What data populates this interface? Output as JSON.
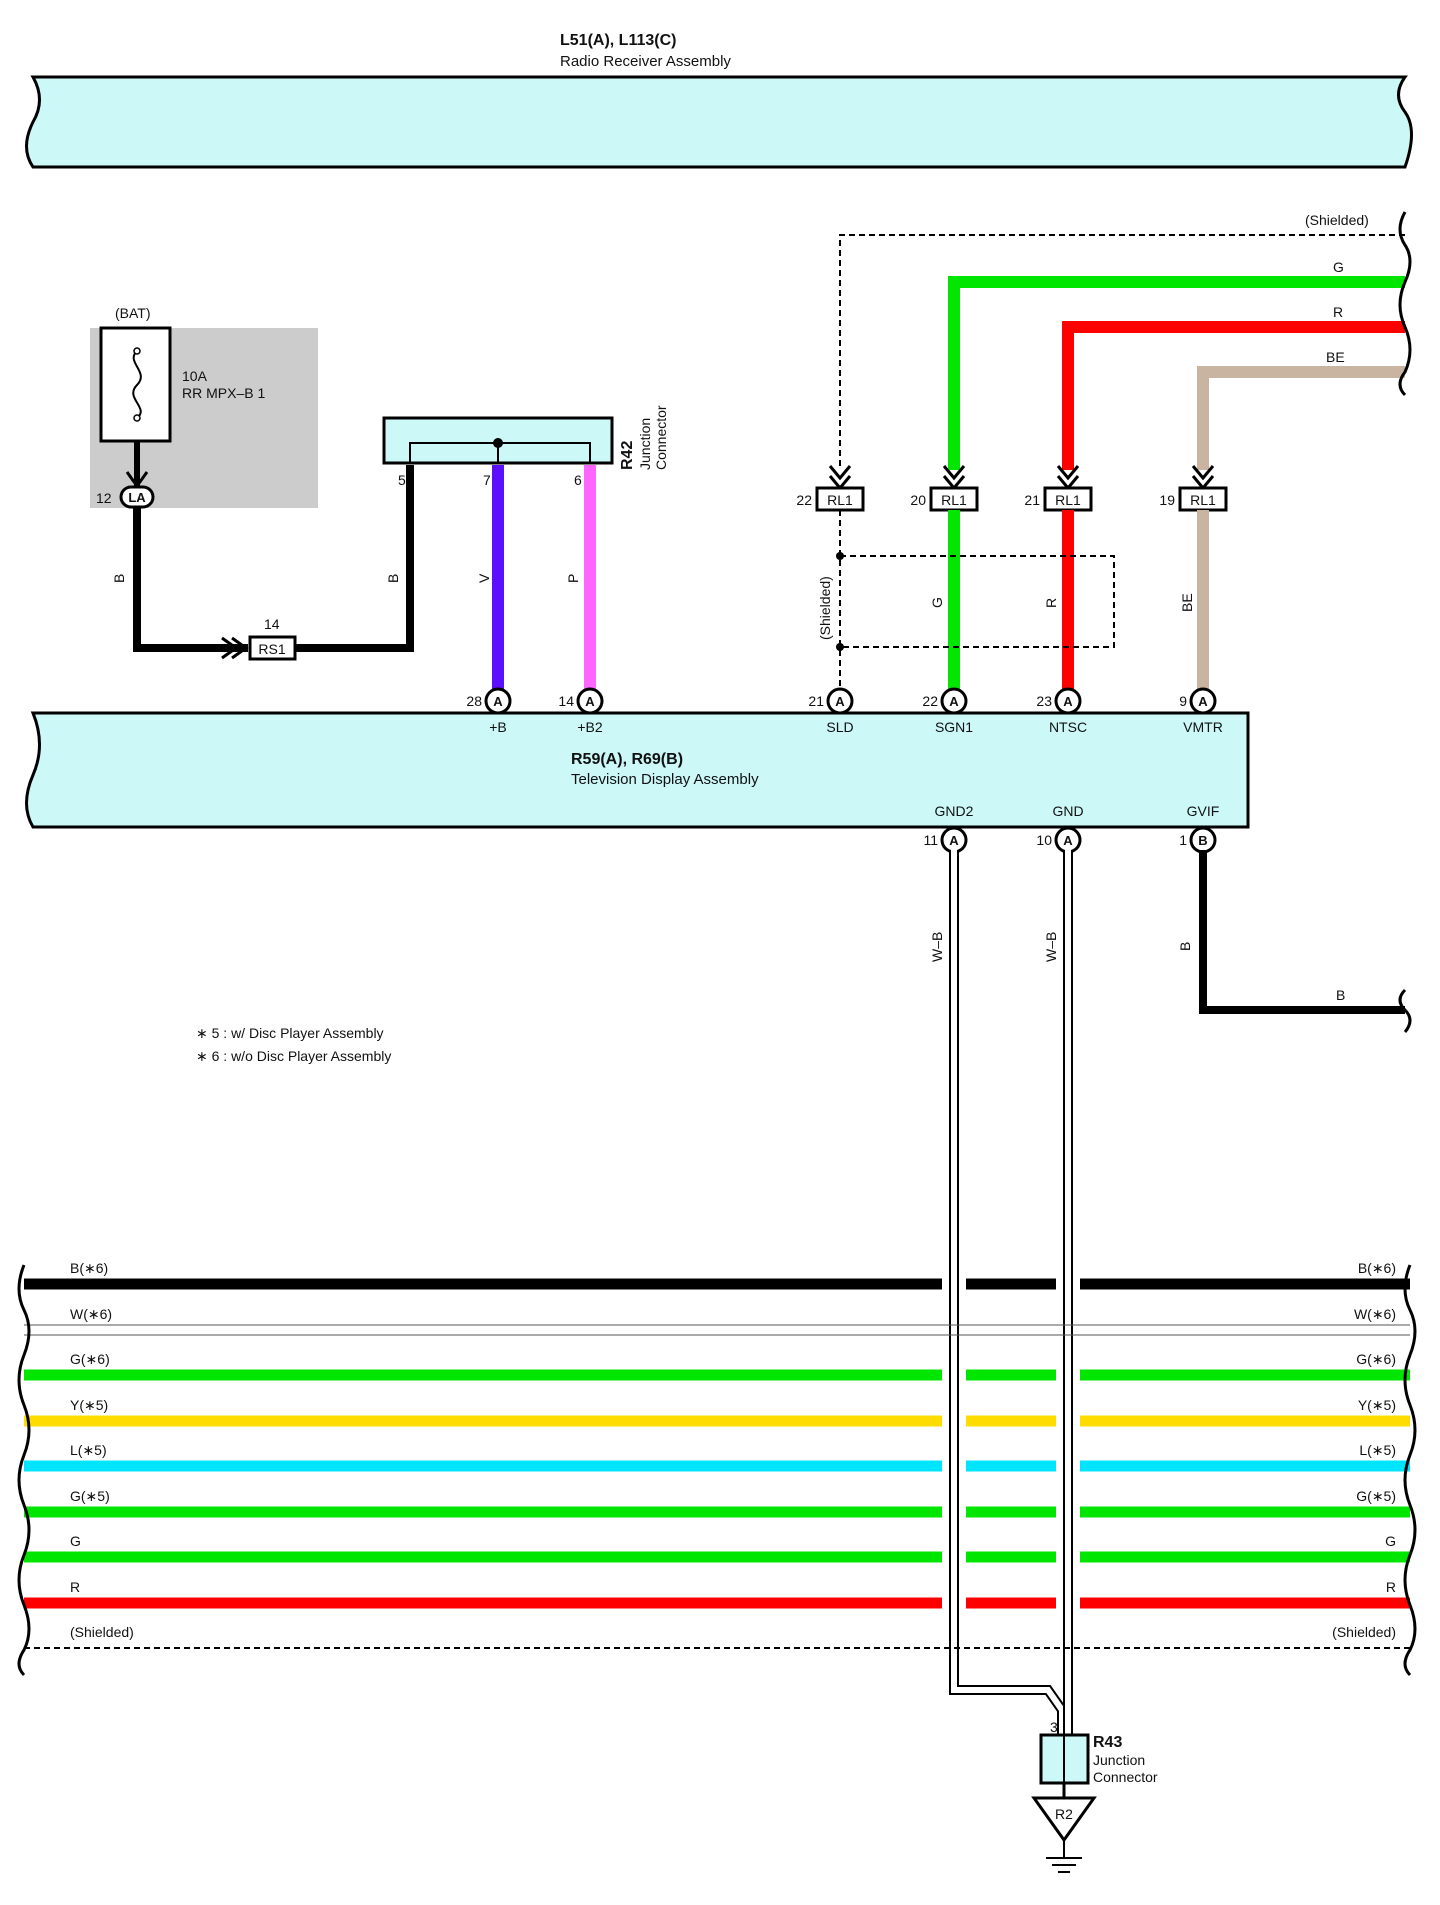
{
  "colors": {
    "assembly_fill": "#ccf8f8",
    "fuse_box_bg": "#cccccc",
    "wire_B": "#000000",
    "wire_V": "#5a10ff",
    "wire_P": "#ff66ff",
    "wire_G": "#00e600",
    "wire_R": "#ff0000",
    "wire_BE": "#c8b4a0",
    "wire_Y": "#ffdc00",
    "wire_L": "#00e5ff"
  },
  "radio": {
    "code": "L51(A), L113(C)",
    "name": "Radio Receiver Assembly"
  },
  "tv": {
    "code": "R59(A), R69(B)",
    "name": "Television Display Assembly"
  },
  "fuse": {
    "source": "(BAT)",
    "rating": "10A",
    "name": "RR MPX–B 1",
    "pin": "12",
    "connector": "LA",
    "wire_color": "B"
  },
  "rs1": {
    "pin": "14",
    "connector": "RS1"
  },
  "r42": {
    "code": "R42",
    "line1": "Junction",
    "line2": "Connector",
    "pins": [
      "5",
      "7",
      "6"
    ],
    "wire_colors": [
      "B",
      "V",
      "P"
    ]
  },
  "top_wires": {
    "shielded_label": "(Shielded)",
    "labels": [
      "G",
      "R",
      "BE"
    ]
  },
  "rl1_connectors": [
    {
      "pin": "22",
      "connector": "RL1"
    },
    {
      "pin": "20",
      "connector": "RL1"
    },
    {
      "pin": "21",
      "connector": "RL1"
    },
    {
      "pin": "19",
      "connector": "RL1"
    }
  ],
  "mid_wire_labels": {
    "shielded": "(Shielded)",
    "g": "G",
    "r": "R",
    "be": "BE"
  },
  "tv_top_pins": [
    {
      "pin": "28",
      "conn": "A",
      "terminal": "+B"
    },
    {
      "pin": "14",
      "conn": "A",
      "terminal": "+B2"
    },
    {
      "pin": "21",
      "conn": "A",
      "terminal": "SLD"
    },
    {
      "pin": "22",
      "conn": "A",
      "terminal": "SGN1"
    },
    {
      "pin": "23",
      "conn": "A",
      "terminal": "NTSC"
    },
    {
      "pin": "9",
      "conn": "A",
      "terminal": "VMTR"
    }
  ],
  "tv_bottom_pins": [
    {
      "pin": "11",
      "conn": "A",
      "terminal": "GND2"
    },
    {
      "pin": "10",
      "conn": "A",
      "terminal": "GND"
    },
    {
      "pin": "1",
      "conn": "B",
      "terminal": "GVIF"
    }
  ],
  "lower_wires": {
    "gnd2": "W–B",
    "gnd": "W–B",
    "gvif_vertical": "B",
    "gvif_right": "B"
  },
  "notes": [
    "∗ 5 : w/ Disc Player Assembly",
    "∗ 6 : w/o Disc Player Assembly"
  ],
  "bus": [
    {
      "label": "B(∗6)",
      "color": "#000000",
      "style": "solid"
    },
    {
      "label": "W(∗6)",
      "color": "#ffffff",
      "style": "white"
    },
    {
      "label": "G(∗6)",
      "color": "#00e600",
      "style": "solid"
    },
    {
      "label": "Y(∗5)",
      "color": "#ffdc00",
      "style": "solid"
    },
    {
      "label": "L(∗5)",
      "color": "#00e5ff",
      "style": "solid"
    },
    {
      "label": "G(∗5)",
      "color": "#00e600",
      "style": "solid"
    },
    {
      "label": "G",
      "color": "#00e600",
      "style": "solid"
    },
    {
      "label": "R",
      "color": "#ff0000",
      "style": "solid"
    },
    {
      "label": "(Shielded)",
      "color": "#000000",
      "style": "dashed"
    }
  ],
  "r43": {
    "pin": "3",
    "code": "R43",
    "line1": "Junction",
    "line2": "Connector",
    "ground": "R2"
  }
}
